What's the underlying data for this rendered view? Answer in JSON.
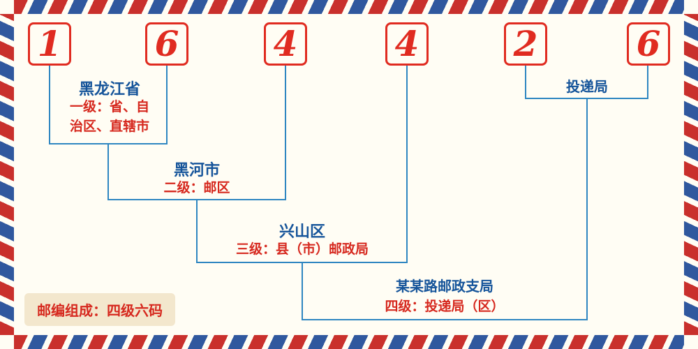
{
  "postal_code": "164426",
  "digits": [
    "1",
    "6",
    "4",
    "4",
    "2",
    "6"
  ],
  "levels": [
    {
      "name": "黑龙江省",
      "desc": "一级：省、自\n治区、直辖市"
    },
    {
      "name": "黑河市",
      "desc": "二级：邮区"
    },
    {
      "name": "兴山区",
      "desc": "三级：县（市）邮政局"
    },
    {
      "name": "某某路邮政支局",
      "desc": "四级：投递局（区）"
    },
    {
      "name": "投递局",
      "desc": ""
    }
  ],
  "footer": {
    "composition_label": "邮编组成：四级六码"
  },
  "colors": {
    "digit_red": "#e02b20",
    "line_blue": "#2e86c1",
    "label_blue": "#15549a",
    "text_red": "#d6281e",
    "border_red": "#c9302c",
    "border_blue": "#30589e",
    "background": "#fffdf4",
    "badge_background": "#f3e7cd"
  }
}
